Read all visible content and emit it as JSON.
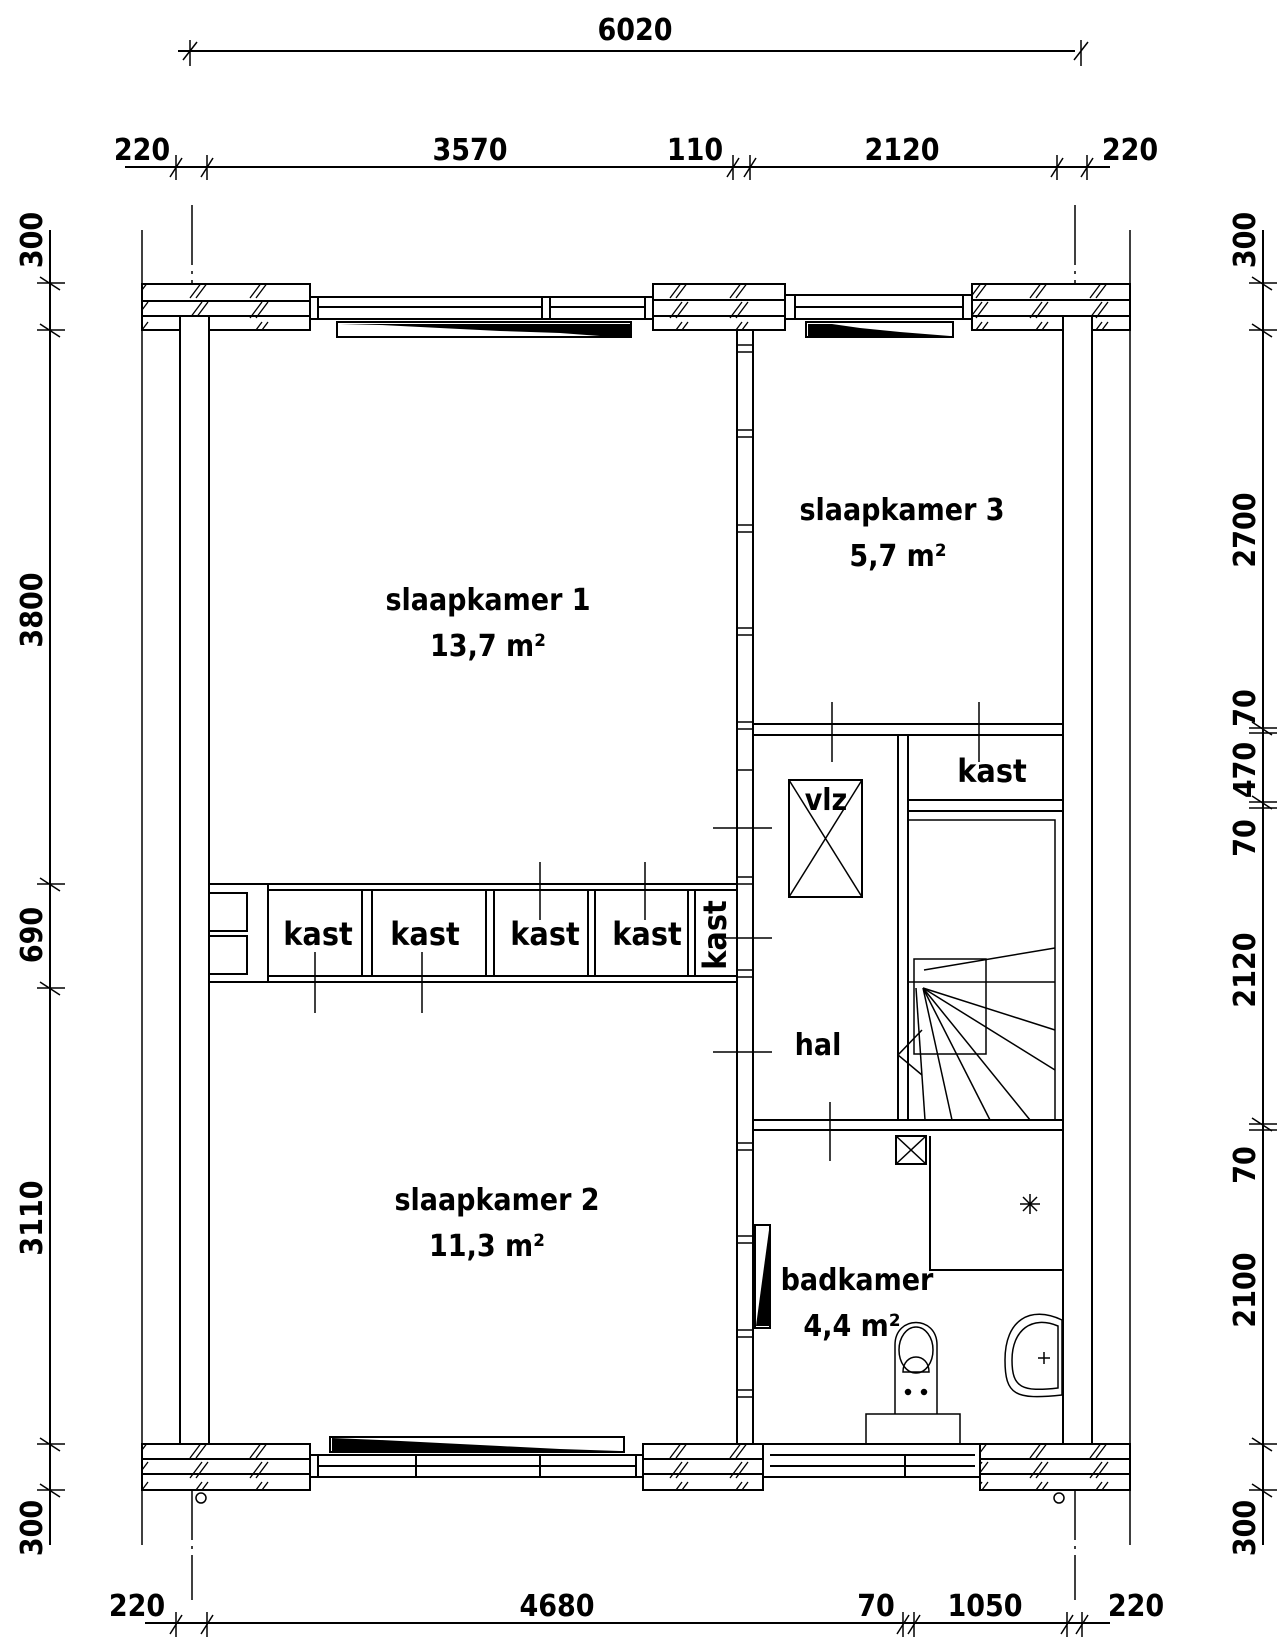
{
  "drawing": {
    "type": "floor plan",
    "level": "first floor (verdieping)",
    "units": "mm",
    "line_color": "#000000",
    "background": "#ffffff"
  },
  "dimensions": {
    "top_overall": "6020",
    "top_segments": [
      "220",
      "3570",
      "110",
      "2120",
      "220"
    ],
    "bottom_segments": [
      "220",
      "4680",
      "70",
      "1050",
      "220"
    ],
    "left_segments": [
      "300",
      "3800",
      "690",
      "3110",
      "300"
    ],
    "right_segments": [
      "300",
      "2700",
      "70",
      "470",
      "70",
      "2120",
      "70",
      "2100",
      "300"
    ]
  },
  "rooms": {
    "slaapkamer1": {
      "name": "slaapkamer 1",
      "area": "13,7 m²"
    },
    "slaapkamer2": {
      "name": "slaapkamer 2",
      "area": "11,3 m²"
    },
    "slaapkamer3": {
      "name": "slaapkamer 3",
      "area": "5,7 m²"
    },
    "badkamer": {
      "name": "badkamer",
      "area": "4,4 m²"
    },
    "hal": {
      "name": "hal"
    },
    "vlz": {
      "name": "vlz"
    }
  },
  "closets": {
    "row": [
      "kast",
      "kast",
      "kast",
      "kast"
    ],
    "vertical": "kast",
    "hall": "kast"
  },
  "fixtures": [
    "stair-icon",
    "toilet-icon",
    "washbasin-icon",
    "shower-icon",
    "radiator-icon",
    "shaft-icon"
  ]
}
